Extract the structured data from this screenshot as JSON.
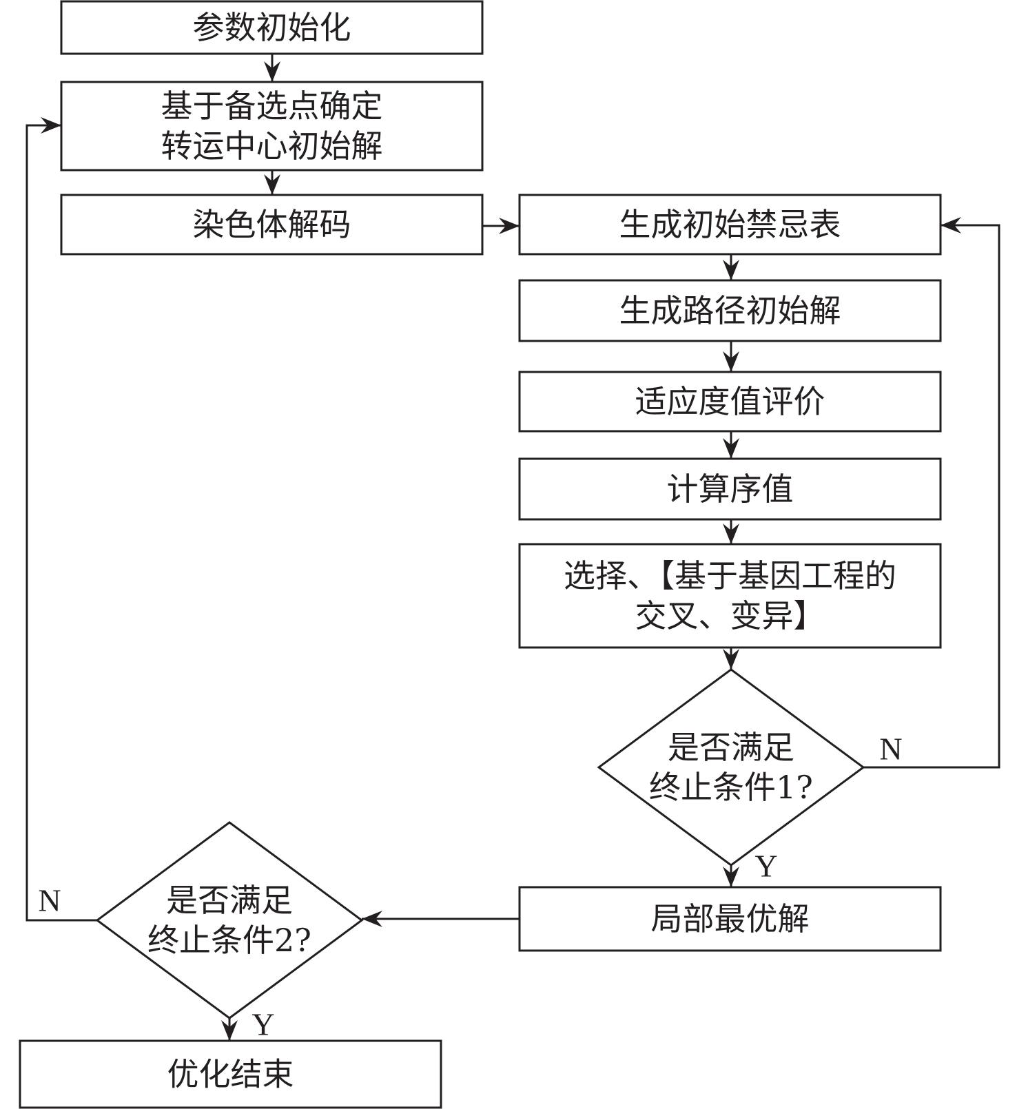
{
  "diagram": {
    "type": "flowchart",
    "colors": {
      "stroke": "#231f20",
      "background": "#ffffff",
      "text": "#231f20"
    },
    "nodes": [
      {
        "id": "init_params",
        "shape": "rect",
        "lines": [
          "参数初始化"
        ]
      },
      {
        "id": "hub_init",
        "shape": "rect",
        "lines": [
          "基于备选点确定",
          "转运中心初始解"
        ]
      },
      {
        "id": "decode",
        "shape": "rect",
        "lines": [
          "染色体解码"
        ]
      },
      {
        "id": "tabu_init",
        "shape": "rect",
        "lines": [
          "生成初始禁忌表"
        ]
      },
      {
        "id": "route_init",
        "shape": "rect",
        "lines": [
          "生成路径初始解"
        ]
      },
      {
        "id": "fitness",
        "shape": "rect",
        "lines": [
          "适应度值评价"
        ]
      },
      {
        "id": "rank",
        "shape": "rect",
        "lines": [
          "计算序值"
        ]
      },
      {
        "id": "ga_ops",
        "shape": "rect",
        "lines": [
          "选择、【基于基因工程的",
          "交叉、变异】"
        ]
      },
      {
        "id": "cond1",
        "shape": "diamond",
        "lines": [
          "是否满足",
          "终止条件1?"
        ]
      },
      {
        "id": "local_best",
        "shape": "rect",
        "lines": [
          "局部最优解"
        ]
      },
      {
        "id": "cond2",
        "shape": "diamond",
        "lines": [
          "是否满足",
          "终止条件2?"
        ]
      },
      {
        "id": "end",
        "shape": "rect",
        "lines": [
          "优化结束"
        ]
      }
    ],
    "edges": [
      {
        "from": "init_params",
        "to": "hub_init",
        "label": ""
      },
      {
        "from": "hub_init",
        "to": "decode",
        "label": ""
      },
      {
        "from": "decode",
        "to": "tabu_init",
        "label": ""
      },
      {
        "from": "tabu_init",
        "to": "route_init",
        "label": ""
      },
      {
        "from": "route_init",
        "to": "fitness",
        "label": ""
      },
      {
        "from": "fitness",
        "to": "rank",
        "label": ""
      },
      {
        "from": "rank",
        "to": "ga_ops",
        "label": ""
      },
      {
        "from": "ga_ops",
        "to": "cond1",
        "label": ""
      },
      {
        "from": "cond1",
        "to": "local_best",
        "label": "Y"
      },
      {
        "from": "cond1",
        "to": "tabu_init",
        "label": "N"
      },
      {
        "from": "local_best",
        "to": "cond2",
        "label": ""
      },
      {
        "from": "cond2",
        "to": "end",
        "label": "Y"
      },
      {
        "from": "cond2",
        "to": "hub_init",
        "label": "N"
      }
    ]
  }
}
